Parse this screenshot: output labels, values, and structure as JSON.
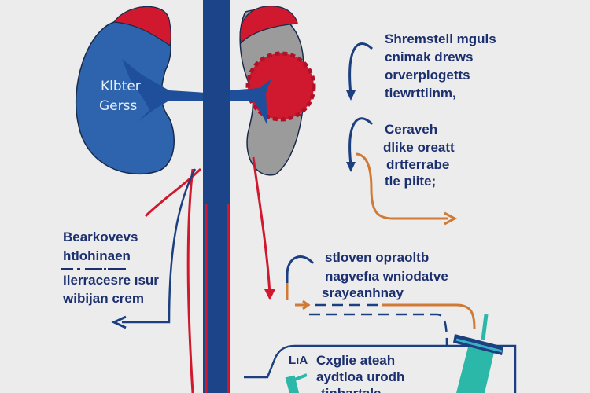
{
  "kidney_label": [
    "Klbter",
    "Gerss"
  ],
  "top_right_note": [
    "Shremstell mguls",
    "cnimak drews",
    "orverplogetts",
    "tiewrttiinm,"
  ],
  "middle_right_note": [
    "Ceraveh",
    "dlike oreatt",
    "drtferrabe",
    "tle piite;"
  ],
  "left_note": [
    "Bearkovevs",
    "htlohinaen",
    "Ilerracesre ısur",
    "wibijan crem"
  ],
  "center_note": [
    "stloven   opraoltb",
    "nagvefıa wniodatve",
    "srayeanhnay"
  ],
  "bottom_box": {
    "tag": "LıA",
    "lines": [
      "Cxglie ateah",
      "aydtloa urodh",
      "tinhartale"
    ]
  },
  "colors": {
    "background": "#ececec",
    "kidney_blue": "#2d64ad",
    "navy": "#1c3f80",
    "red": "#d0192e",
    "gray": "#9b9b9b",
    "orange": "#d07a35",
    "teal": "#2bb8a8"
  }
}
